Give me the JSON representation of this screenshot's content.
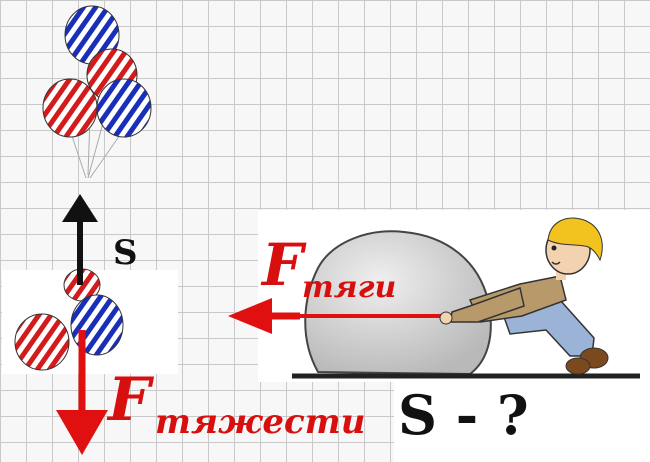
{
  "labels": {
    "traction_force_symbol": "F",
    "traction_force_subscript": "тяги",
    "gravity_force_symbol": "F",
    "gravity_force_subscript": "тяжести",
    "displacement_symbol": "S",
    "question": "S - ?"
  },
  "colors": {
    "force_arrow": "#e01010",
    "displacement_arrow": "#111111",
    "balloon_red": "#d31b1b",
    "balloon_blue": "#1a2fb8",
    "rock": "#cfcfcf",
    "man_shirt": "#b89a6a",
    "man_pants": "#9bb3d6",
    "man_hair": "#f2c21f"
  },
  "icons": {
    "balloons_top": "balloon-cluster-icon",
    "balloons_bottom": "balloon-cluster-icon",
    "boulder": "boulder-icon",
    "man": "pulling-man-icon"
  }
}
